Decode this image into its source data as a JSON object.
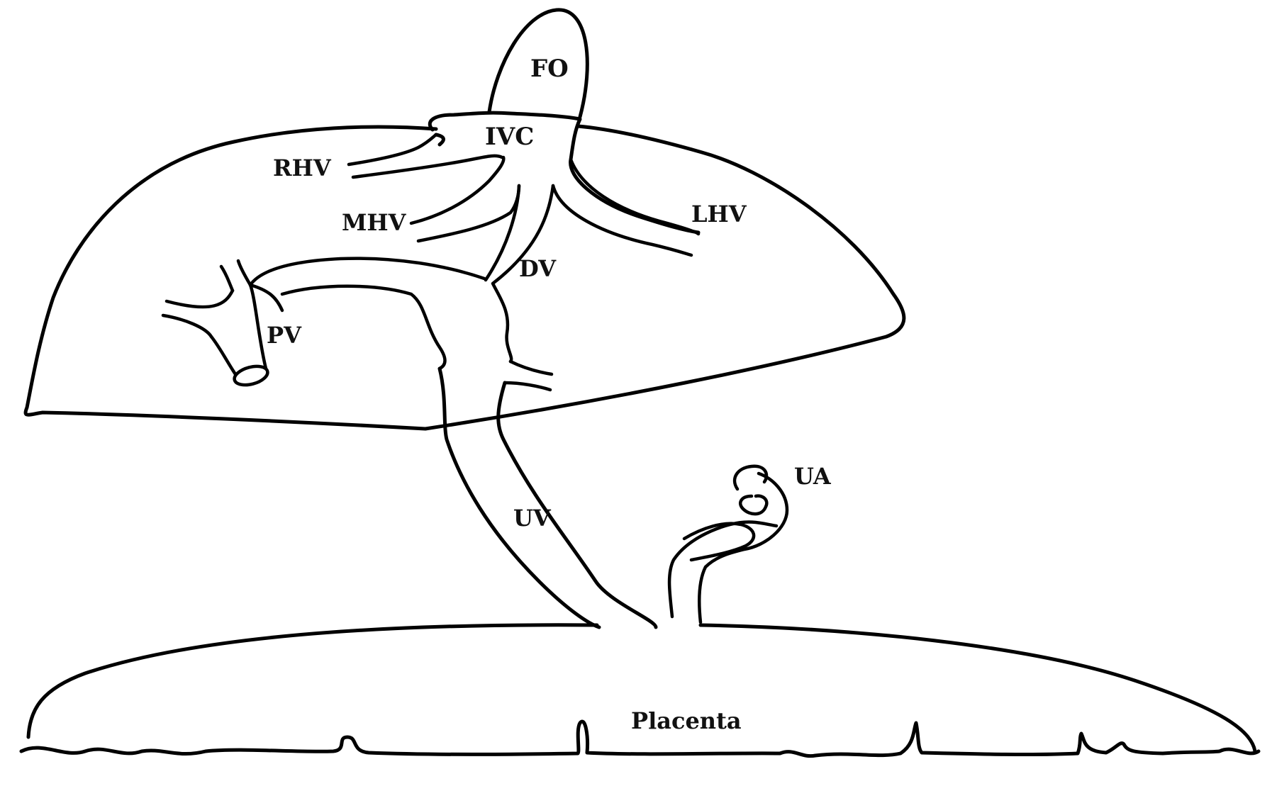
{
  "labels": {
    "fo": "FO",
    "ivc": "IVC",
    "rhv": "RHV",
    "mhv": "MHV",
    "lhv": "LHV",
    "dv": "DV",
    "pv": "PV",
    "ua": "UA",
    "uv": "UV",
    "placenta": "Placenta"
  },
  "colors": {
    "stroke": "#000000",
    "background": "#ffffff"
  }
}
